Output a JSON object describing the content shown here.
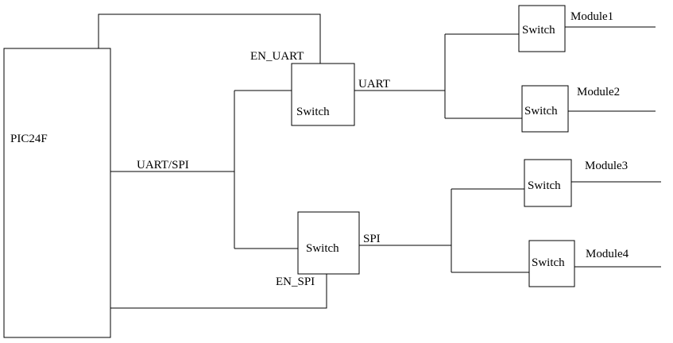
{
  "diagram": {
    "mcu": {
      "label": "PIC24F"
    },
    "bus_label": "UART/SPI",
    "uart_switch": {
      "label": "Switch",
      "enable_label": "EN_UART",
      "out_label": "UART"
    },
    "spi_switch": {
      "label": "Switch",
      "enable_label": "EN_SPI",
      "out_label": "SPI"
    },
    "modules": [
      {
        "switch_label": "Switch",
        "name": "Module1"
      },
      {
        "switch_label": "Switch",
        "name": "Module2"
      },
      {
        "switch_label": "Switch",
        "name": "Module3"
      },
      {
        "switch_label": "Switch",
        "name": "Module4"
      }
    ],
    "colors": {
      "line": "#000000",
      "background": "#ffffff"
    }
  }
}
